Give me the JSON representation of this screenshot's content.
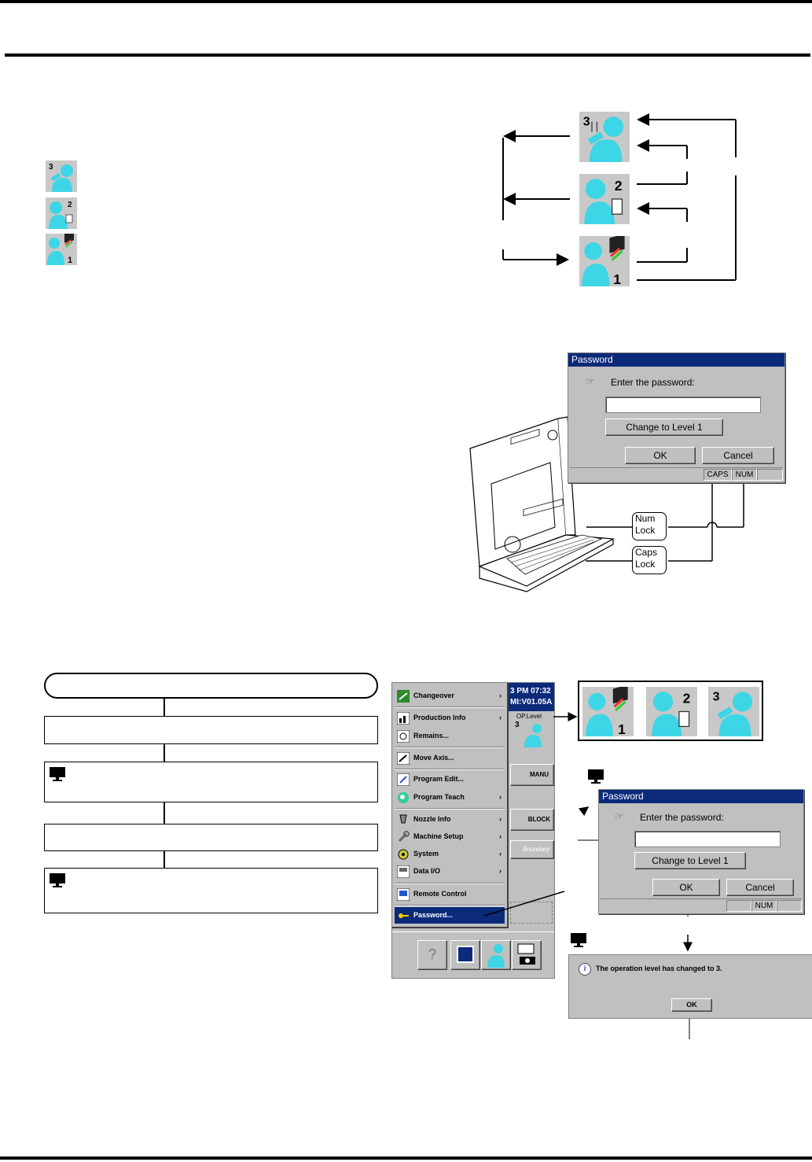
{
  "top_diagram": {
    "small_icons": [
      {
        "level": "3"
      },
      {
        "level": "2"
      },
      {
        "level": "1"
      }
    ],
    "large_icons": [
      {
        "level": "3"
      },
      {
        "level": "2"
      },
      {
        "level": "1"
      }
    ]
  },
  "password_dialog_1": {
    "title": "Password",
    "prompt": "Enter the password:",
    "change_button": "Change to Level 1",
    "ok_button": "OK",
    "cancel_button": "Cancel",
    "status_caps": "CAPS",
    "status_num": "NUM"
  },
  "keyboard_callouts": {
    "num_lock": "Num\nLock",
    "caps_lock": "Caps\nLock"
  },
  "menu": {
    "clock_line1": "3 PM 07:32",
    "clock_line2": "MI:V01.05A",
    "op_level_label": "OP.Level",
    "op_level_value": "3",
    "items": [
      {
        "label": "Changeover",
        "arrow": true,
        "icon": "changeover-icon"
      },
      {
        "label": "Production Info",
        "arrow": true,
        "icon": "production-info-icon"
      },
      {
        "label": "Remains...",
        "arrow": false,
        "icon": "remains-icon"
      },
      {
        "label": "Move Axis...",
        "arrow": false,
        "icon": "move-axis-icon"
      },
      {
        "label": "Program Edit...",
        "arrow": false,
        "icon": "program-edit-icon"
      },
      {
        "label": "Program Teach",
        "arrow": true,
        "icon": "program-teach-icon"
      },
      {
        "label": "Nozzle Info",
        "arrow": true,
        "icon": "nozzle-info-icon"
      },
      {
        "label": "Machine Setup",
        "arrow": true,
        "icon": "machine-setup-icon"
      },
      {
        "label": "System",
        "arrow": true,
        "icon": "system-icon"
      },
      {
        "label": "Data I/O",
        "arrow": true,
        "icon": "data-io-icon"
      },
      {
        "label": "Remote Control",
        "arrow": false,
        "icon": "remote-control-icon"
      },
      {
        "label": "Password...",
        "arrow": false,
        "icon": "password-key-icon"
      }
    ],
    "side_buttons": {
      "manu": "MANU",
      "block": "BLOCK",
      "boundary": "Boundary"
    }
  },
  "password_dialog_2": {
    "title": "Password",
    "prompt": "Enter the password:",
    "change_button": "Change to Level 1",
    "ok_button": "OK",
    "cancel_button": "Cancel",
    "status_num": "NUM"
  },
  "message_dialog": {
    "message": "The operation level has changed to 3.",
    "ok_button": "OK"
  },
  "level_strip": [
    {
      "level": "1"
    },
    {
      "level": "2"
    },
    {
      "level": "3"
    }
  ]
}
